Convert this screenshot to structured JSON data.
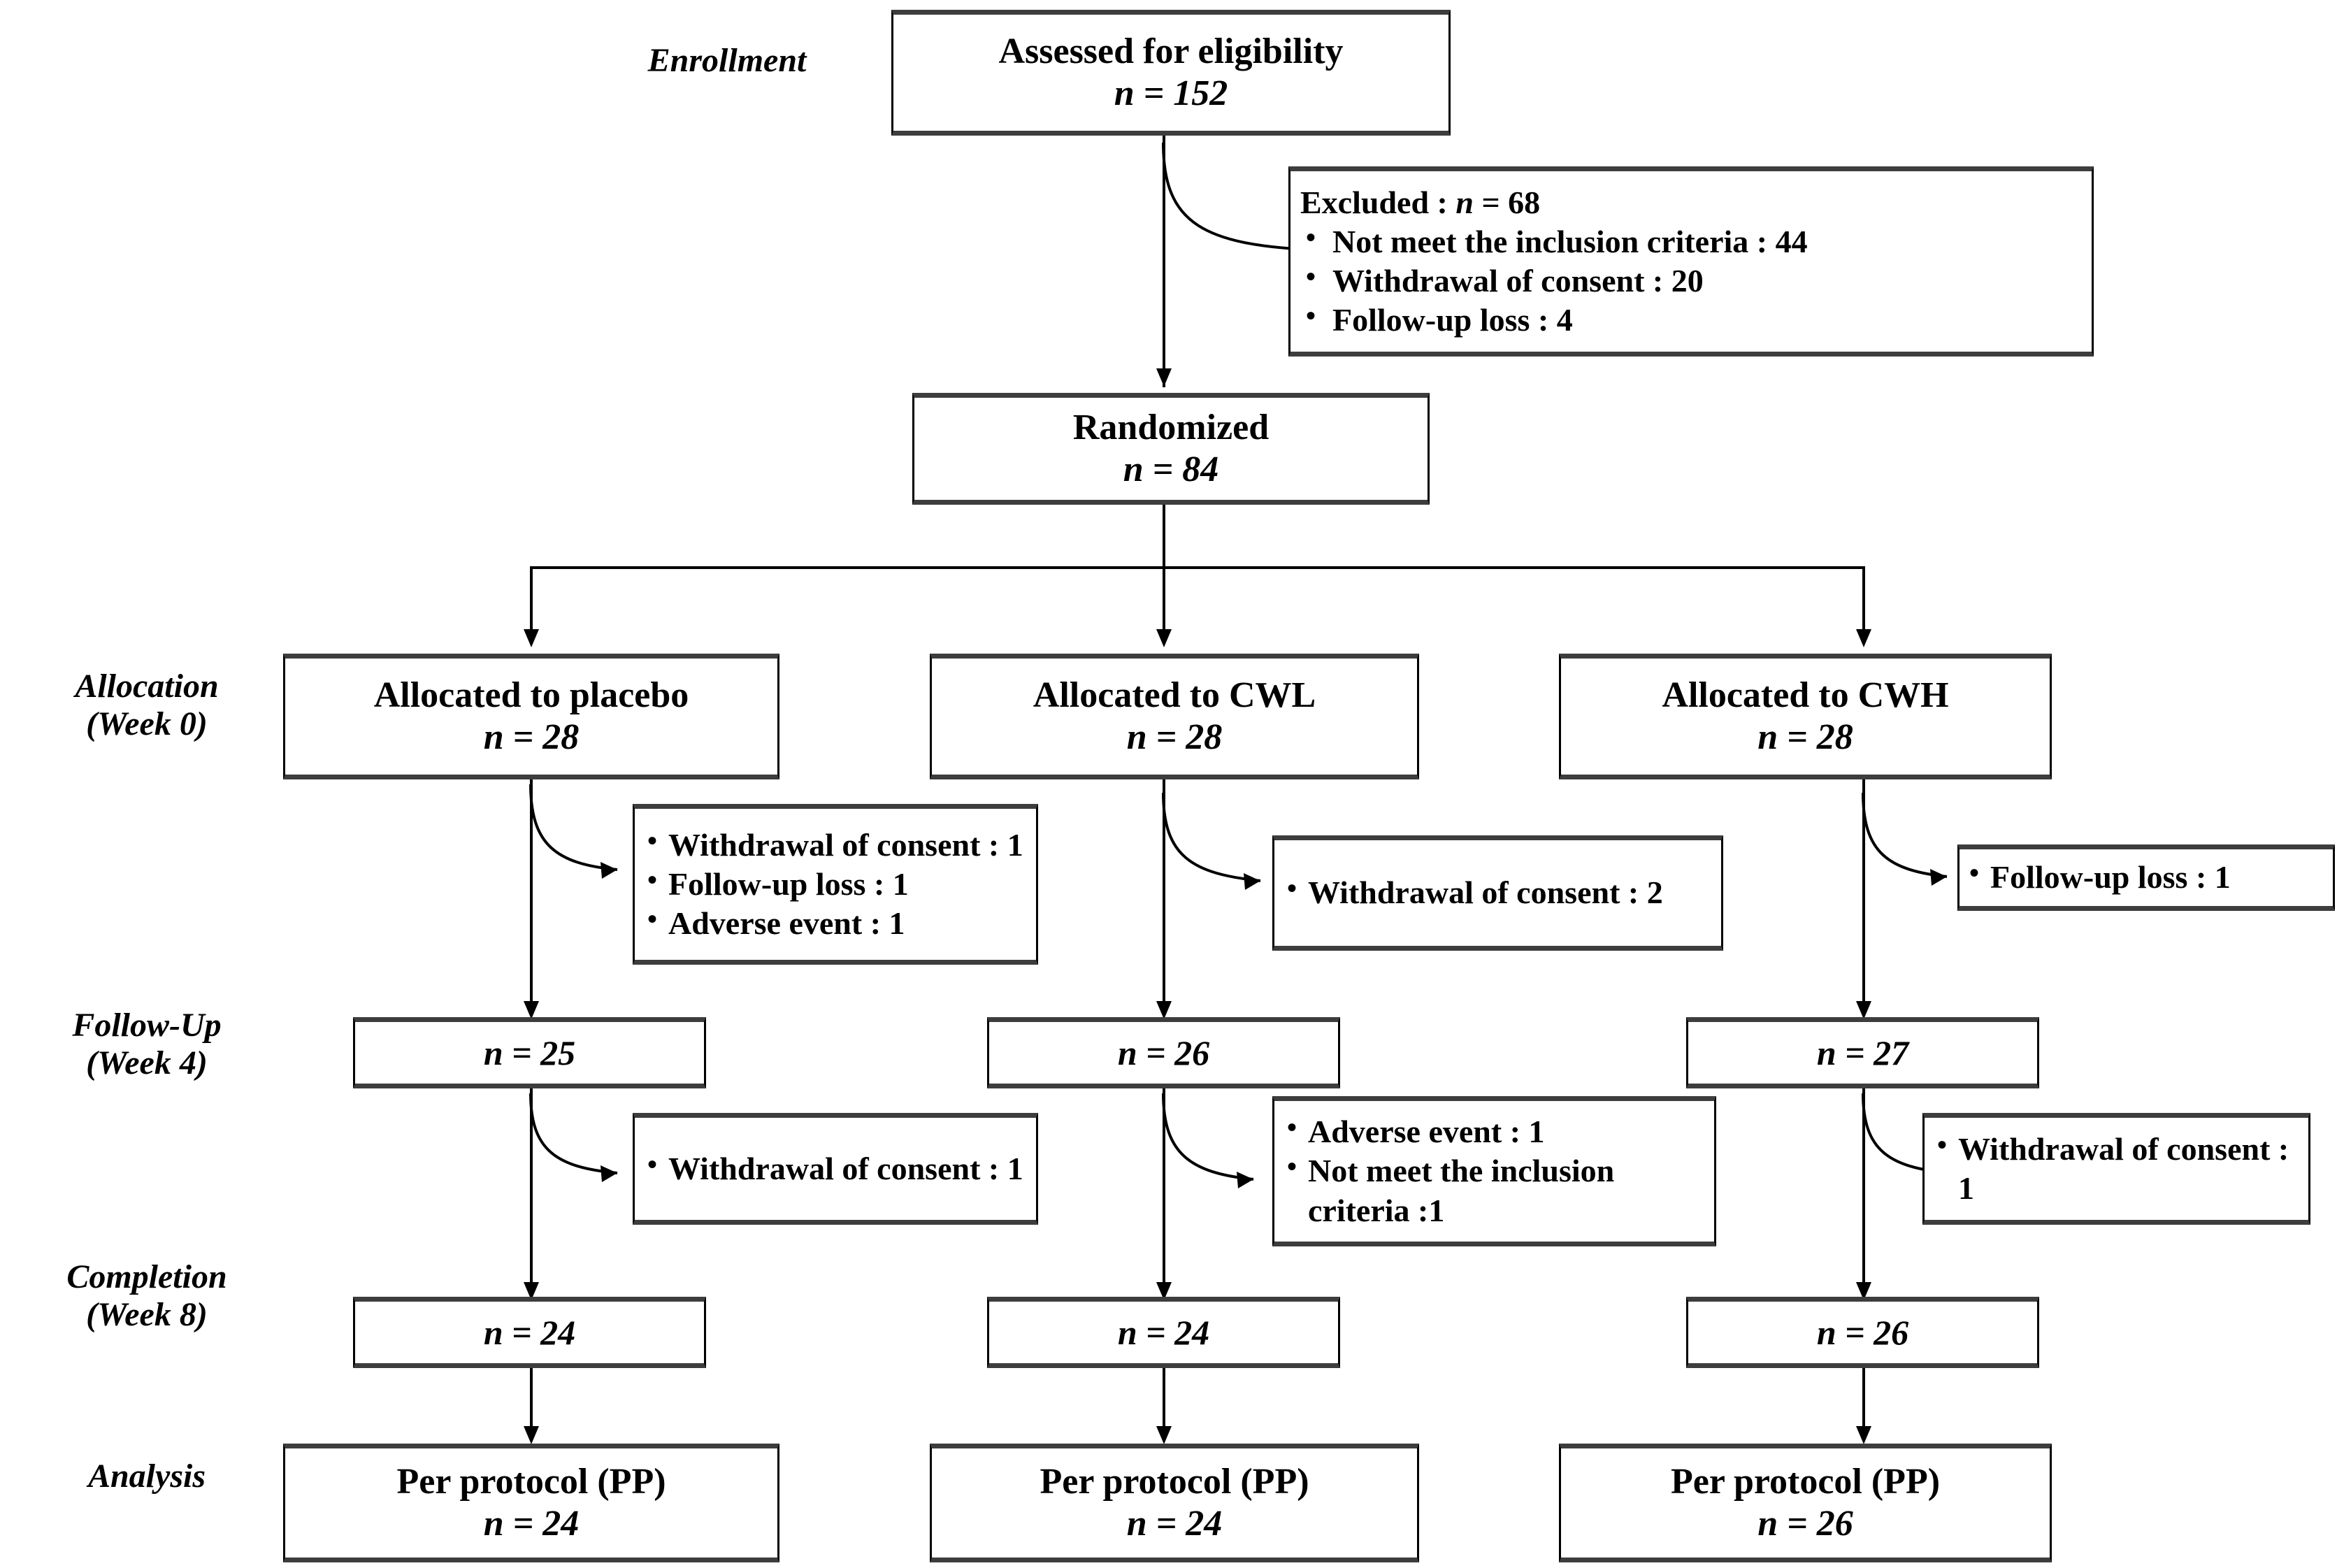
{
  "diagram": {
    "title": "CONSORT participant flow diagram",
    "n_symbol": "n",
    "stages": [
      {
        "id": "enrollment",
        "label": "Enrollment"
      },
      {
        "id": "allocation",
        "label": "Allocation\n(Week 0)"
      },
      {
        "id": "followup",
        "label": "Follow-Up\n(Week 4)"
      },
      {
        "id": "completion",
        "label": "Completion\n(Week  8)"
      },
      {
        "id": "analysis",
        "label": "Analysis"
      }
    ],
    "enrollment": {
      "assessed": {
        "title": "Assessed for eligibility",
        "n_line": "n = 152"
      },
      "excluded": {
        "header": "Excluded : n = 68",
        "items": [
          "Not meet the inclusion criteria : 44",
          "Withdrawal of consent : 20",
          "Follow-up loss : 4"
        ]
      },
      "randomized": {
        "title": "Randomized",
        "n_line": "n = 84"
      }
    },
    "arms": [
      {
        "id": "placebo",
        "allocation": {
          "title": "Allocated to placebo",
          "n_line": "n = 28"
        },
        "dropout_w0_w4": {
          "items": [
            "Withdrawal of consent : 1",
            "Follow-up loss : 1",
            "Adverse event : 1"
          ]
        },
        "followup": {
          "n_line": "n = 25"
        },
        "dropout_w4_w8": {
          "items": [
            "Withdrawal of consent : 1"
          ]
        },
        "completion": {
          "n_line": "n = 24"
        },
        "analysis": {
          "title": "Per protocol (PP)",
          "n_line": "n = 24"
        }
      },
      {
        "id": "cwl",
        "allocation": {
          "title": "Allocated to CWL",
          "n_line": "n = 28"
        },
        "dropout_w0_w4": {
          "items": [
            "Withdrawal of consent : 2"
          ]
        },
        "followup": {
          "n_line": "n = 26"
        },
        "dropout_w4_w8": {
          "items": [
            "Adverse event : 1",
            "Not meet the inclusion criteria :1"
          ]
        },
        "completion": {
          "n_line": "n = 24"
        },
        "analysis": {
          "title": "Per protocol (PP)",
          "n_line": "n = 24"
        }
      },
      {
        "id": "cwh",
        "allocation": {
          "title": "Allocated to CWH",
          "n_line": "n = 28"
        },
        "dropout_w0_w4": {
          "items": [
            "Follow-up loss : 1"
          ]
        },
        "followup": {
          "n_line": "n = 27"
        },
        "dropout_w4_w8": {
          "items": [
            "Withdrawal of consent : 1"
          ]
        },
        "completion": {
          "n_line": "n = 26"
        },
        "analysis": {
          "title": "Per protocol (PP)",
          "n_line": "n = 26"
        }
      }
    ],
    "colors": {
      "line": "#000000",
      "box_border": "#000000",
      "box_edge_shadow": "#3d3d3d",
      "background": "#ffffff"
    }
  }
}
